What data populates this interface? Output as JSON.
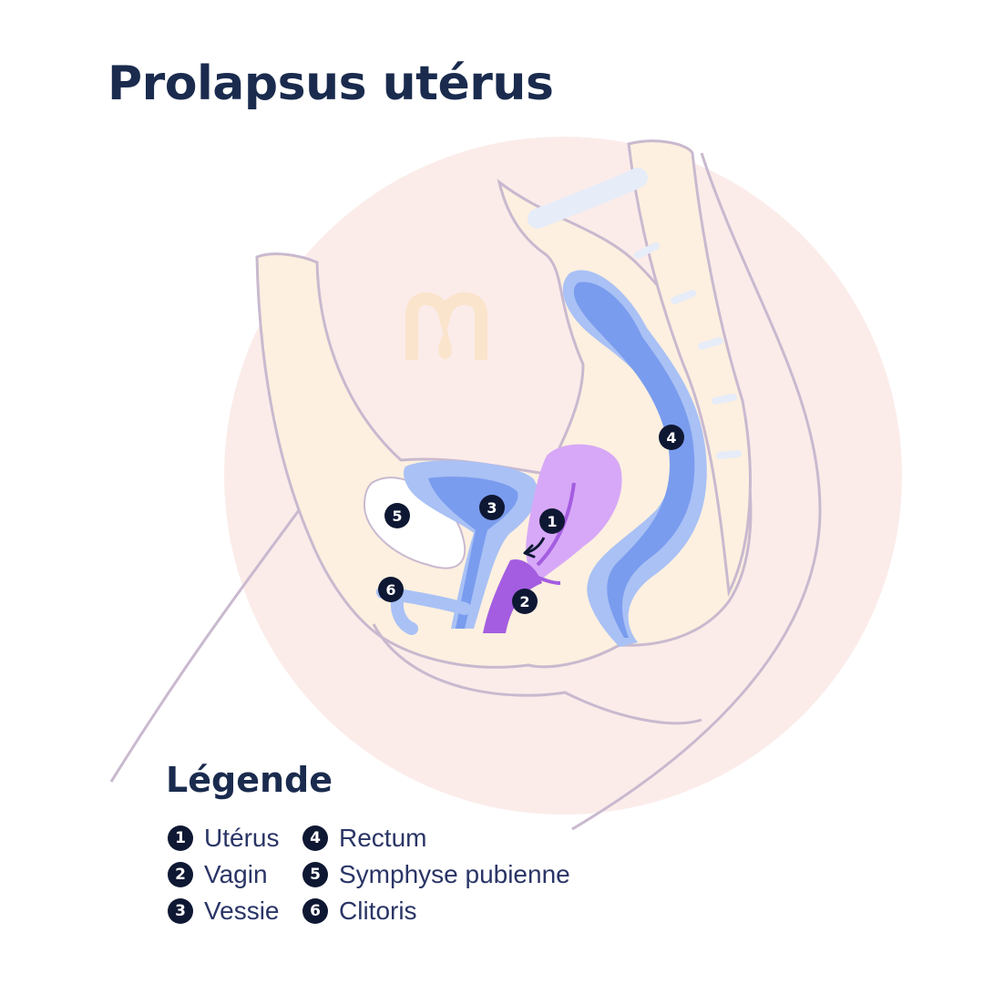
{
  "title": "Prolapsus utérus",
  "markers": [
    {
      "number": "1"
    },
    {
      "number": "2"
    },
    {
      "number": "3"
    },
    {
      "number": "4"
    },
    {
      "number": "5"
    },
    {
      "number": "6"
    }
  ],
  "legend": {
    "title": "Légende",
    "items": [
      {
        "number": "1",
        "label": "Utérus"
      },
      {
        "number": "2",
        "label": "Vagin"
      },
      {
        "number": "3",
        "label": "Vessie"
      },
      {
        "number": "4",
        "label": "Rectum"
      },
      {
        "number": "5",
        "label": "Symphyse pubienne"
      },
      {
        "number": "6",
        "label": "Clitoris"
      }
    ]
  },
  "colors": {
    "title": "#1a2b4e",
    "badge": "#0f1833",
    "background_circle": "#fbecea",
    "body_tissue": "#fdf0e0",
    "outline": "#c9b9cf",
    "bladder": "#a9c1f5",
    "bladder_inner": "#7a9cee",
    "rectum": "#a9c1f5",
    "rectum_inner": "#7a9cee",
    "uterus": "#d7a8f7",
    "vagina": "#a45de0",
    "logo": "#fbe4cc"
  },
  "icons": {
    "logo": "logo-m-drop-icon",
    "arrow": "curved-arrow-icon"
  }
}
